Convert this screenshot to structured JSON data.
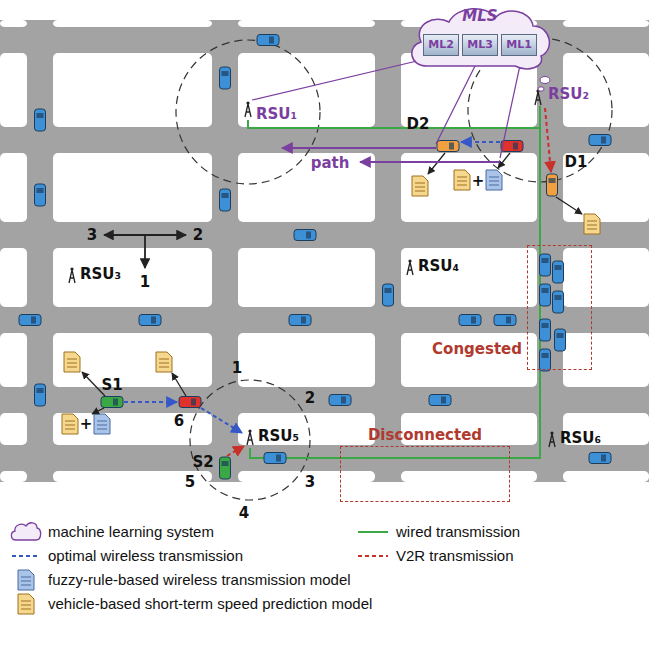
{
  "diagram": {
    "nodes": [
      {
        "text": [
          "MLS"
        ]
      },
      {
        "text": [
          "ML2"
        ],
        "in": 0
      },
      {
        "text": [
          "ML3"
        ],
        "in": 0
      },
      {
        "text": [
          "ML1"
        ],
        "in": 0
      },
      {
        "text": [
          "Congested"
        ]
      },
      {
        "text": [
          "Disconnected"
        ]
      }
    ],
    "labels": [
      "RSU₁",
      "RSU₂",
      "D2",
      "path",
      "D1",
      "+",
      "3",
      "2",
      "RSU₃",
      "RSU₄",
      "1",
      "1",
      "S1",
      "2",
      "6",
      "RSU₅",
      "+",
      "RSU₆",
      "S2",
      "5",
      "3",
      "4"
    ],
    "legend": [
      {
        "text": "machine learning system"
      },
      {
        "text": "wired transmission"
      },
      {
        "text": "optimal wireless transmission"
      },
      {
        "text": "V2R transmission"
      },
      {
        "text": "fuzzy-rule-based wireless transmission model"
      },
      {
        "text": "vehicle-based short-term speed prediction model"
      }
    ]
  }
}
